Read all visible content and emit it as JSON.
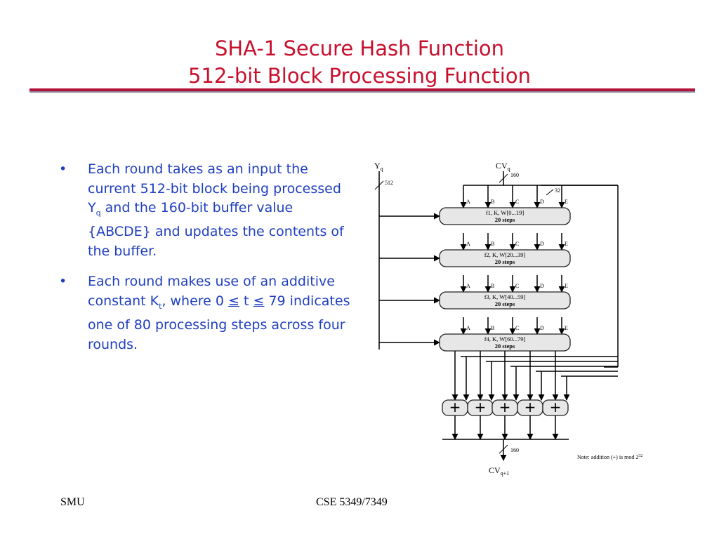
{
  "title": {
    "line1": "SHA-1 Secure Hash Function",
    "line2": "512-bit Block Processing Function"
  },
  "bullets": [
    {
      "a": "Each round takes as an input the current 512-bit block being processed Y",
      "a_sub": "q",
      "b": " and the 160-bit buffer value {ABCDE} and updates the contents of the buffer."
    },
    {
      "a": "Each round makes use of an additive constant K",
      "a_sub": "t",
      "b": ", where 0 ",
      "le1": "≤",
      "c": " t ",
      "le2": "≤",
      "d": " 79 indicates one of 80 processing steps across four rounds."
    }
  ],
  "diagram": {
    "yq_label": "Y",
    "yq_sub": "q",
    "bits_512": "512",
    "cvq_label": "CV",
    "cvq_sub": "q",
    "bits_160_top": "160",
    "bits_32": "32",
    "bits_160_bottom": "160",
    "cvq1_label": "CV",
    "cvq1_sub": "q+1",
    "register_labels": [
      "A",
      "B",
      "C",
      "D",
      "E"
    ],
    "rounds": [
      {
        "line1": "f1, K, W[0...19]",
        "line2": "20 steps"
      },
      {
        "line1": "f2, K, W[20...39]",
        "line2": "20 steps"
      },
      {
        "line1": "f3, K, W[40...59]",
        "line2": "20 steps"
      },
      {
        "line1": "f4, K, W[60...79]",
        "line2": "20 steps"
      }
    ],
    "adder_symbol": "+",
    "note": "Note: addition (+) is mod 2",
    "note_exp": "32"
  },
  "footer": {
    "left": "SMU",
    "right": "CSE 5349/7349"
  }
}
